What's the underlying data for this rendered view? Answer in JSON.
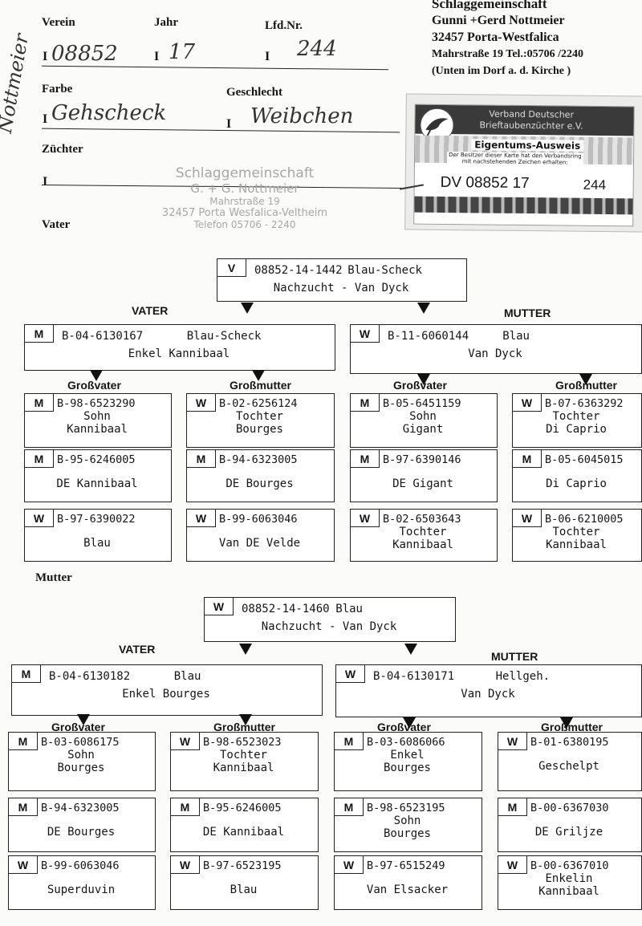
{
  "form": {
    "verein_label": "Verein",
    "jahr_label": "Jahr",
    "lfdnr_label": "Lfd.Nr.",
    "verein_value": "08852",
    "jahr_value": "17",
    "lfdnr_value": "244",
    "farbe_label": "Farbe",
    "farbe_value": "Gehscheck",
    "geschlecht_label": "Geschlecht",
    "geschlecht_value": "Weibchen",
    "zuechter_label": "Züchter",
    "vater_label": "Vater",
    "mutter_label": "Mutter",
    "margin_signature": "Nottmeier"
  },
  "header": {
    "line1": "Schlaggemeinschaft",
    "line2": "Gunni +Gerd Nottmeier",
    "line3": "32457 Porta-Westfalica",
    "line4": "Mahrstraße 19 Tel.:05706 /2240",
    "line5": "(Unten im Dorf  a. d. Kirche )"
  },
  "stamp": {
    "line1": "Schlaggemeinschaft",
    "line2": "G. + G. Nottmeier",
    "line3": "Mahrstraße 19",
    "line4": "32457 Porta Wesfalica-Veltheim",
    "line5": "Telefon 05706 - 2240"
  },
  "card": {
    "org_line1": "Verband Deutscher",
    "org_line2": "Brieftaubenzüchter e.V.",
    "title": "Eigentums-Ausweis",
    "subtitle1": "Der Besitzer dieser Karte hat den Verbandsring",
    "subtitle2": "mit nachstehenden Zeichen erhalten:",
    "ring": "DV 08852 17",
    "ring_no": "244"
  },
  "labels": {
    "vater": "VATER",
    "mutter": "MUTTER",
    "grossvater": "Großvater",
    "grossmutter": "Großmutter"
  },
  "sections": [
    {
      "main": {
        "sex": "V",
        "ring": "08852-14-1442",
        "color": "Blau-Scheck",
        "line2": "Nachzucht - Van Dyck"
      },
      "vater": {
        "sex": "M",
        "ring": "B-04-6130167",
        "color": "Blau-Scheck",
        "line2": "Enkel Kannibaal"
      },
      "mutter": {
        "sex": "W",
        "ring": "B-11-6060144",
        "color": "Blau",
        "line2": "Van Dyck"
      },
      "grand": [
        [
          {
            "sex": "M",
            "ring": "B-98-6523290",
            "lines": [
              "Sohn",
              "Kannibaal"
            ]
          },
          {
            "sex": "M",
            "ring": "B-95-6246005",
            "lines": [
              "DE Kannibaal"
            ]
          },
          {
            "sex": "W",
            "ring": "B-97-6390022",
            "lines": [
              "Blau"
            ]
          }
        ],
        [
          {
            "sex": "W",
            "ring": "B-02-6256124",
            "lines": [
              "Tochter",
              "Bourges"
            ]
          },
          {
            "sex": "M",
            "ring": "B-94-6323005",
            "lines": [
              "DE Bourges"
            ]
          },
          {
            "sex": "W",
            "ring": "B-99-6063046",
            "lines": [
              "Van DE Velde"
            ]
          }
        ],
        [
          {
            "sex": "M",
            "ring": "B-05-6451159",
            "lines": [
              "Sohn",
              "Gigant"
            ]
          },
          {
            "sex": "M",
            "ring": "B-97-6390146",
            "lines": [
              "DE Gigant"
            ]
          },
          {
            "sex": "W",
            "ring": "B-02-6503643",
            "lines": [
              "Tochter",
              "Kannibaal"
            ]
          }
        ],
        [
          {
            "sex": "W",
            "ring": "B-07-6363292",
            "lines": [
              "Tochter",
              "Di Caprio"
            ]
          },
          {
            "sex": "M",
            "ring": "B-05-6045015",
            "lines": [
              "Di Caprio"
            ]
          },
          {
            "sex": "W",
            "ring": "B-06-6210005",
            "lines": [
              "Tochter",
              "Kannibaal"
            ]
          }
        ]
      ]
    },
    {
      "main": {
        "sex": "W",
        "ring": "08852-14-1460",
        "color": "Blau",
        "line2": "Nachzucht - Van Dyck"
      },
      "vater": {
        "sex": "M",
        "ring": "B-04-6130182",
        "color": "Blau",
        "line2": "Enkel Bourges"
      },
      "mutter": {
        "sex": "W",
        "ring": "B-04-6130171",
        "color": "Hellgeh.",
        "line2": "Van Dyck"
      },
      "grand": [
        [
          {
            "sex": "M",
            "ring": "B-03-6086175",
            "lines": [
              "Sohn",
              "Bourges"
            ]
          },
          {
            "sex": "M",
            "ring": "B-94-6323005",
            "lines": [
              "DE Bourges"
            ]
          },
          {
            "sex": "W",
            "ring": "B-99-6063046",
            "lines": [
              "Superduvin"
            ]
          }
        ],
        [
          {
            "sex": "W",
            "ring": "B-98-6523023",
            "lines": [
              "Tochter",
              "Kannibaal"
            ]
          },
          {
            "sex": "M",
            "ring": "B-95-6246005",
            "lines": [
              "DE Kannibaal"
            ]
          },
          {
            "sex": "W",
            "ring": "B-97-6523195",
            "lines": [
              "Blau"
            ]
          }
        ],
        [
          {
            "sex": "M",
            "ring": "B-03-6086066",
            "lines": [
              "Enkel",
              "Bourges"
            ]
          },
          {
            "sex": "M",
            "ring": "B-98-6523195",
            "lines": [
              "Sohn",
              "Bourges"
            ]
          },
          {
            "sex": "W",
            "ring": "B-97-6515249",
            "lines": [
              "Van Elsacker"
            ]
          }
        ],
        [
          {
            "sex": "W",
            "ring": "B-01-6380195",
            "lines": [
              "Geschelpt"
            ]
          },
          {
            "sex": "M",
            "ring": "B-00-6367030",
            "lines": [
              "DE Griljze"
            ]
          },
          {
            "sex": "W",
            "ring": "B-00-6367010",
            "lines": [
              "Enkelin",
              "Kannibaal"
            ]
          }
        ]
      ]
    }
  ]
}
